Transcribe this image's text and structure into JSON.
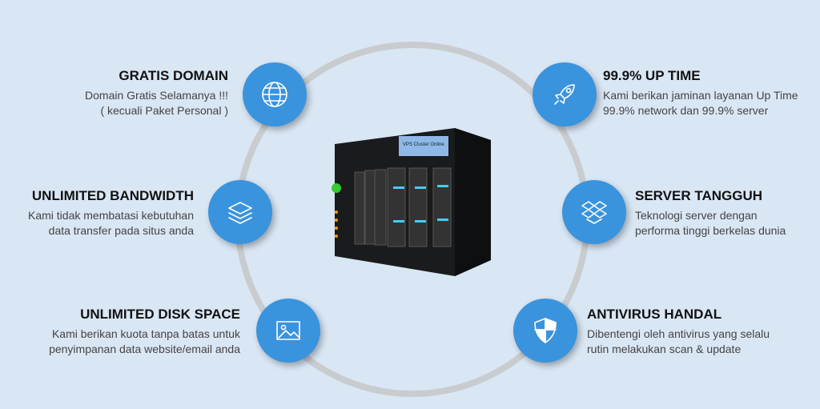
{
  "features": [
    {
      "title": "GRATIS DOMAIN",
      "lines": [
        "Domain Gratis Selamanya !!!",
        "( kecuali Paket Personal )"
      ],
      "icon": "globe-www-icon"
    },
    {
      "title": "99.9%  UP TIME",
      "lines": [
        "Kami berikan jaminan layanan Up Time",
        "99.9% network dan 99.9% server"
      ],
      "icon": "rocket-icon"
    },
    {
      "title": "UNLIMITED BANDWIDTH",
      "lines": [
        "Kami tidak membatasi kebutuhan",
        "data transfer pada situs anda"
      ],
      "icon": "layers-icon"
    },
    {
      "title": "SERVER TANGGUH",
      "lines": [
        "Teknologi server dengan",
        "performa tinggi berkelas dunia"
      ],
      "icon": "dropbox-box-icon"
    },
    {
      "title": "UNLIMITED  DISK SPACE",
      "lines": [
        "Kami berikan kuota tanpa batas untuk",
        "penyimpanan data website/email anda"
      ],
      "icon": "image-icon"
    },
    {
      "title": "ANTIVIRUS HANDAL",
      "lines": [
        "Dibentengi oleh antivirus yang selalu",
        "rutin melakukan scan & update"
      ],
      "icon": "shield-icon"
    }
  ],
  "server_screen": "VPS Cluster Online",
  "colors": {
    "accent": "#3a93dd",
    "background": "#d9e6f4",
    "ring": "#c9cccf"
  }
}
